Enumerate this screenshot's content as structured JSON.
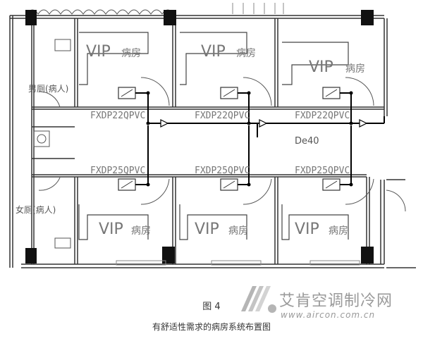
{
  "rooms": {
    "top": [
      {
        "label": "VIP",
        "label_suffix": "病房",
        "unit": "FXDP22QPVC"
      },
      {
        "label": "VIP",
        "label_suffix": "病房",
        "unit": "FXDP22QPVC"
      },
      {
        "label": "VIP",
        "label_suffix": "病房",
        "unit": "FXDP22QPVC"
      }
    ],
    "bottom": [
      {
        "label": "VIP",
        "label_suffix": "病房",
        "unit": "FXDP25QPVC"
      },
      {
        "label": "VIP",
        "label_suffix": "病房",
        "unit": "FXDP25QPVC"
      },
      {
        "label": "VIP",
        "label_suffix": "病房",
        "unit": "FXDP25QPVC"
      }
    ]
  },
  "toilets": {
    "male": "男厕(病人)",
    "female": "女厕(病人)"
  },
  "pipe": {
    "label": "De40"
  },
  "figure": {
    "number": "图 4",
    "title": "有舒适性需求的病房系统布置图"
  },
  "watermark": {
    "name": "艾肯空调制冷网",
    "url": "www.aircon.com.cn"
  },
  "colors": {
    "wall": "#222222",
    "column": "#111111",
    "pipe": "#000000",
    "text": "#777777"
  }
}
